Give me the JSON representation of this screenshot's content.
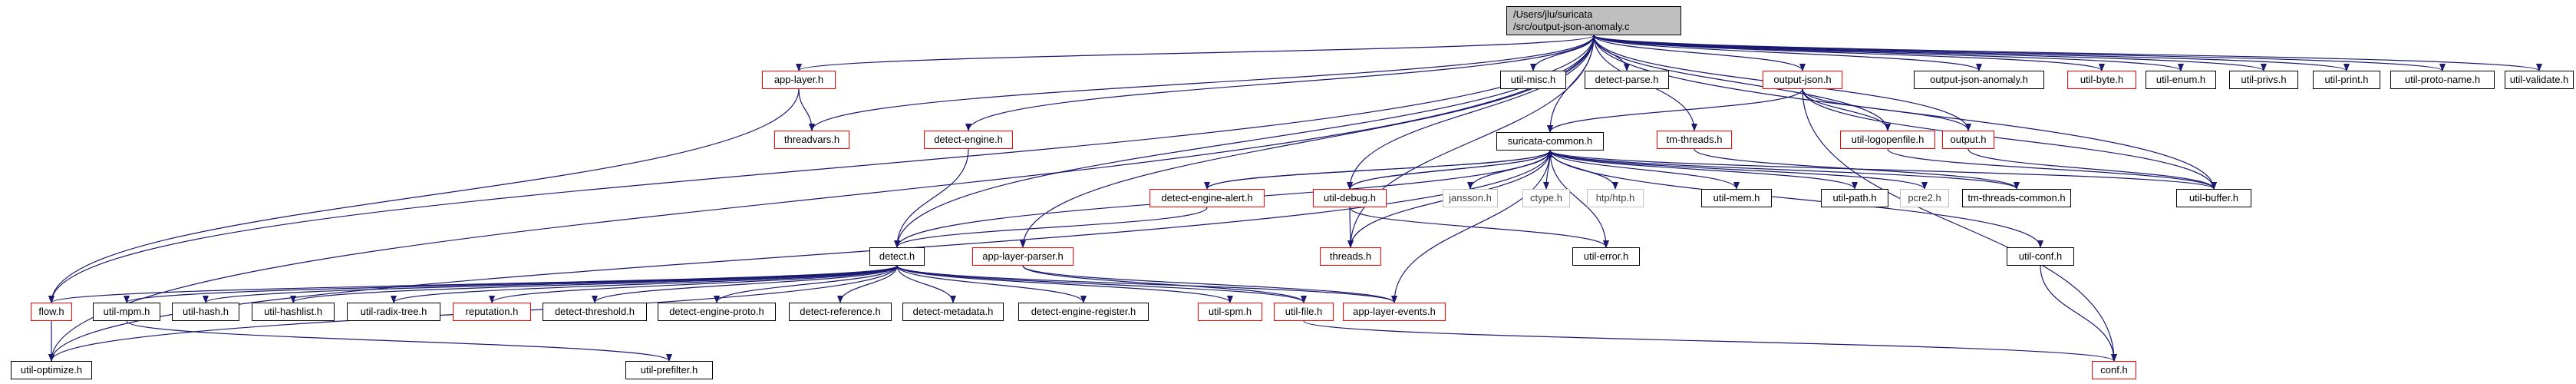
{
  "root": {
    "line1": "/Users/jlu/suricata",
    "line2": "/src/output-json-anomaly.c"
  },
  "nodes": {
    "app_layer_h": "app-layer.h",
    "threadvars_h": "threadvars.h",
    "util_misc_h": "util-misc.h",
    "detect_parse_h": "detect-parse.h",
    "output_json_h": "output-json.h",
    "output_json_anomaly_h": "output-json-anomaly.h",
    "util_byte_h": "util-byte.h",
    "util_enum_h": "util-enum.h",
    "util_privs_h": "util-privs.h",
    "util_print_h": "util-print.h",
    "util_proto_name_h": "util-proto-name.h",
    "util_validate_h": "util-validate.h",
    "detect_engine_h": "detect-engine.h",
    "tm_threads_h": "tm-threads.h",
    "util_logopenfile_h": "util-logopenfile.h",
    "output_h": "output.h",
    "suricata_common_h": "suricata-common.h",
    "detect_engine_alert_h": "detect-engine-alert.h",
    "util_debug_h": "util-debug.h",
    "jansson_h": "jansson.h",
    "ctype_h": "ctype.h",
    "htp_h": "htp/htp.h",
    "util_mem_h": "util-mem.h",
    "util_path_h": "util-path.h",
    "pcre2_h": "pcre2.h",
    "tm_threads_common_h": "tm-threads-common.h",
    "util_buffer_h": "util-buffer.h",
    "app_layer_parser_h": "app-layer-parser.h",
    "detect_h": "detect.h",
    "threads_h": "threads.h",
    "util_error_h": "util-error.h",
    "util_conf_h": "util-conf.h",
    "flow_h": "flow.h",
    "util_mpm_h": "util-mpm.h",
    "util_hash_h": "util-hash.h",
    "util_hashlist_h": "util-hashlist.h",
    "util_radix_tree_h": "util-radix-tree.h",
    "reputation_h": "reputation.h",
    "detect_threshold_h": "detect-threshold.h",
    "detect_engine_proto_h": "detect-engine-proto.h",
    "detect_reference_h": "detect-reference.h",
    "detect_metadata_h": "detect-metadata.h",
    "detect_engine_register_h": "detect-engine-register.h",
    "util_spm_h": "util-spm.h",
    "util_file_h": "util-file.h",
    "app_layer_events_h": "app-layer-events.h",
    "util_optimize_h": "util-optimize.h",
    "util_prefilter_h": "util-prefilter.h",
    "conf_h": "conf.h"
  },
  "colors": {
    "edge": "#191970",
    "doc_border": "#ff0000",
    "sys_border": "#c0c0c0",
    "node_border": "#000000",
    "root_fill": "#bfbfbf"
  }
}
